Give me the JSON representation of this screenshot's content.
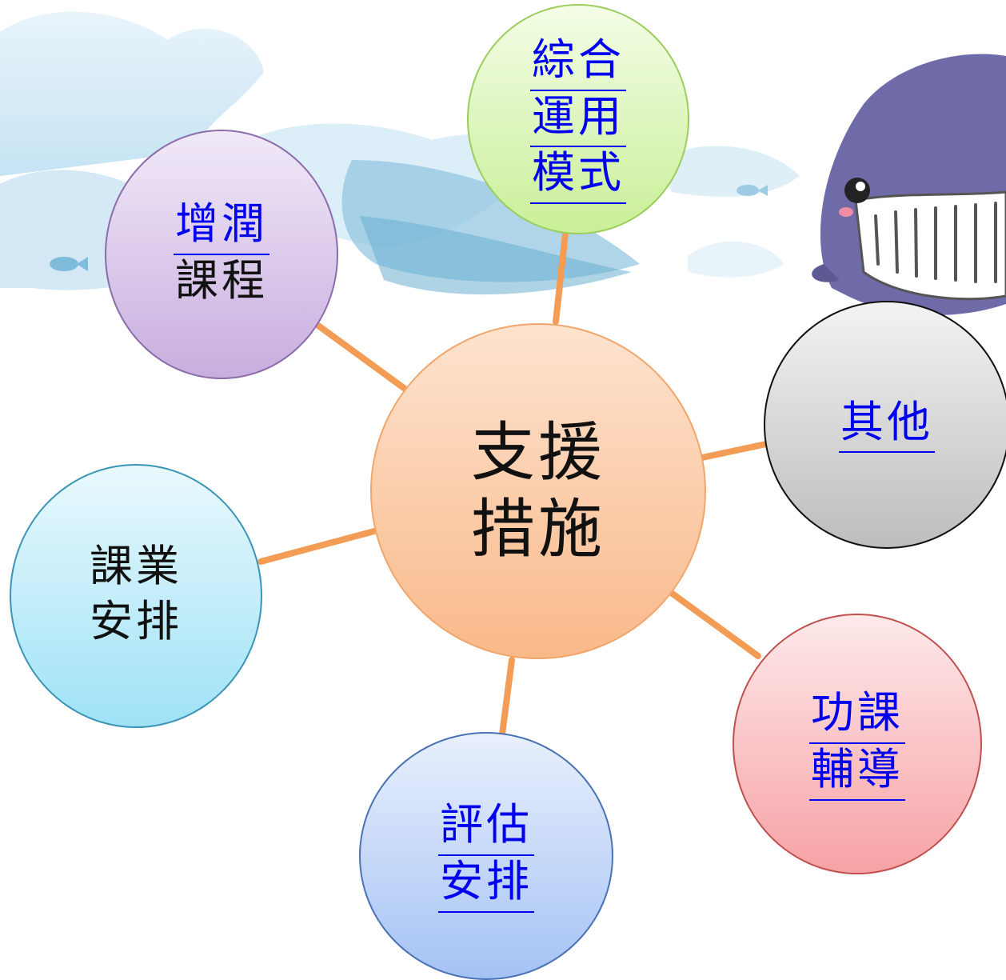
{
  "center": {
    "lines": [
      "支援",
      "措施"
    ]
  },
  "nodes": {
    "zonghe": {
      "lines": [
        "綜合",
        "運用",
        "模式"
      ]
    },
    "zengrun": {
      "lines": [
        "增潤",
        "課程"
      ]
    },
    "qita": {
      "lines": [
        "其他"
      ]
    },
    "keye": {
      "lines": [
        "課業",
        "安排"
      ]
    },
    "gongke": {
      "lines": [
        "功課",
        "輔導"
      ]
    },
    "pinggu": {
      "lines": [
        "評估",
        "安排"
      ]
    }
  },
  "colors": {
    "connector": "#f39c55",
    "link_text": "#0000ee",
    "center_fill": "#fbc9a0",
    "zonghe_fill": "#d9f5b5",
    "zengrun_fill": "#dccaeb",
    "qita_fill": "#d9d9d9",
    "keye_fill": "#c4eef9",
    "gongke_fill": "#fbc8ca",
    "pinggu_fill": "#c4d6f8"
  },
  "icons": [
    "whale-illustration",
    "wave-cloud-background",
    "small-fish-icon"
  ]
}
